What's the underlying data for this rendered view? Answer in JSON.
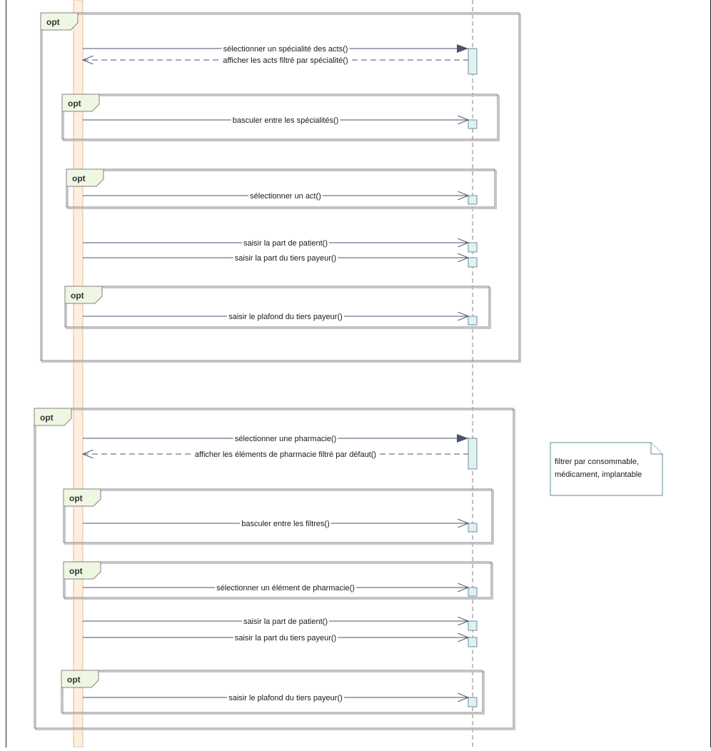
{
  "diagram": {
    "colors": {
      "frame_border": "#8a7f86",
      "frame_shadow": "#c6c6c6",
      "frame_tag_fill": "#eef7e2",
      "lifeline_fill": "#fdeede",
      "lifeline_border": "#e2b89a",
      "activation_fill": "#def2f2",
      "activation_border": "#6f8f99",
      "message_line": "#4a5270",
      "note_border": "#5e8a9a"
    },
    "frames": [
      {
        "tag": "opt"
      },
      {
        "tag": "opt"
      },
      {
        "tag": "opt"
      },
      {
        "tag": "opt"
      },
      {
        "tag": "opt"
      },
      {
        "tag": "opt"
      },
      {
        "tag": "opt"
      },
      {
        "tag": "opt"
      }
    ],
    "messages": [
      {
        "label": "sélectionner un spécialité des acts()",
        "kind": "sync"
      },
      {
        "label": "afficher les acts filtré par spécialité()",
        "kind": "return"
      },
      {
        "label": "basculer entre les spécialités()",
        "kind": "async"
      },
      {
        "label": "sélectionner un act()",
        "kind": "async"
      },
      {
        "label": "saisir la part de patient()",
        "kind": "async"
      },
      {
        "label": "saisir la part du tiers payeur()",
        "kind": "async"
      },
      {
        "label": "saisir le plafond du tiers payeur()",
        "kind": "async"
      },
      {
        "label": "sélectionner une pharmacie()",
        "kind": "sync"
      },
      {
        "label": "afficher les éléments de pharmacie filtré par défaut()",
        "kind": "return"
      },
      {
        "label": "basculer entre les filtres()",
        "kind": "async"
      },
      {
        "label": "sélectionner un élément de pharmacie()",
        "kind": "async"
      },
      {
        "label": "saisir la part de patient()",
        "kind": "async"
      },
      {
        "label": "saisir la part du tiers payeur()",
        "kind": "async"
      },
      {
        "label": "saisir le plafond du tiers payeur()",
        "kind": "async"
      }
    ],
    "note": {
      "lines": [
        "filtrer par consommable,",
        "médicament, implantable"
      ]
    }
  }
}
